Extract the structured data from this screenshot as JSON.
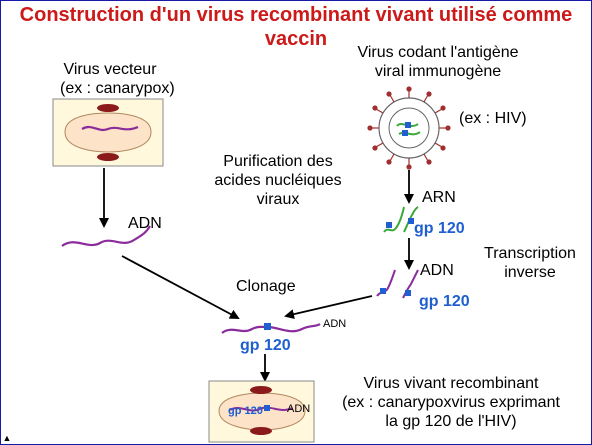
{
  "title_line1": "Construction d'un virus recombinant vivant utilisé comme",
  "title_line2": "vaccin",
  "left": {
    "vector_line1": "Virus vecteur",
    "vector_line2": "(ex : canarypox)",
    "dna_label": "ADN"
  },
  "right": {
    "coding_line1": "Virus codant l'antigène",
    "coding_line2": "viral immunogène",
    "example": "(ex : HIV)",
    "rna_label": "ARN",
    "gp_label_1": "gp 120",
    "dna_label": "ADN",
    "gp_label_2": "gp 120"
  },
  "middle": {
    "purif_line1": "Purification des",
    "purif_line2": "acides nucléiques",
    "purif_line3": "viraux",
    "transcription_line1": "Transcription",
    "transcription_line2": "inverse",
    "cloning": "Clonage",
    "recomb_dna_label": "ADN",
    "recomb_gp": "gp 120"
  },
  "bottom": {
    "cell_gp": "gp 120",
    "cell_dna": "ADN",
    "result_line1": "Virus vivant recombinant",
    "result_line2": "(ex : canarypoxvirus exprimant",
    "result_line3": "la gp 120 de l'HIV)"
  },
  "colors": {
    "title": "#cc1a1a",
    "dna_strand": "#8b2c9c",
    "rna_strand": "#3aa83a",
    "gp_marker": "#1f5fd0",
    "cell_fill": "#fde3c8",
    "box_fill": "#fff8dc",
    "nucleus": "#8b1a1a",
    "virus_spike": "#a03030"
  },
  "corner_icon": "triangle-up-icon"
}
